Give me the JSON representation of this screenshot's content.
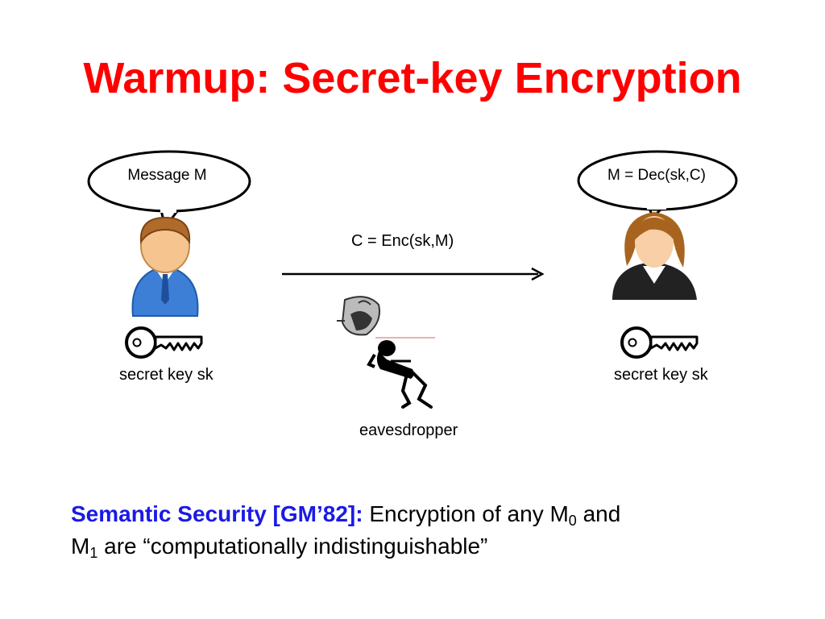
{
  "title": "Warmup: Secret-key Encryption",
  "diagram": {
    "sender_bubble": "Message M",
    "receiver_bubble": "M = Dec(sk,C)",
    "ciphertext_label": "C = Enc(sk,M)",
    "sender_key_label": "secret key sk",
    "receiver_key_label": "secret key sk",
    "eavesdropper_label": "eavesdropper"
  },
  "semantic_security": {
    "heading": "Semantic Security [GM’82]:",
    "text_part1": "Encryption of any M",
    "sub0": "0",
    "text_part2": " and",
    "text_part3": "M",
    "sub1": "1",
    "text_part4": " are “computationally indistinguishable”"
  },
  "colors": {
    "title": "#ff0000",
    "heading_accent": "#1a1ae6"
  }
}
